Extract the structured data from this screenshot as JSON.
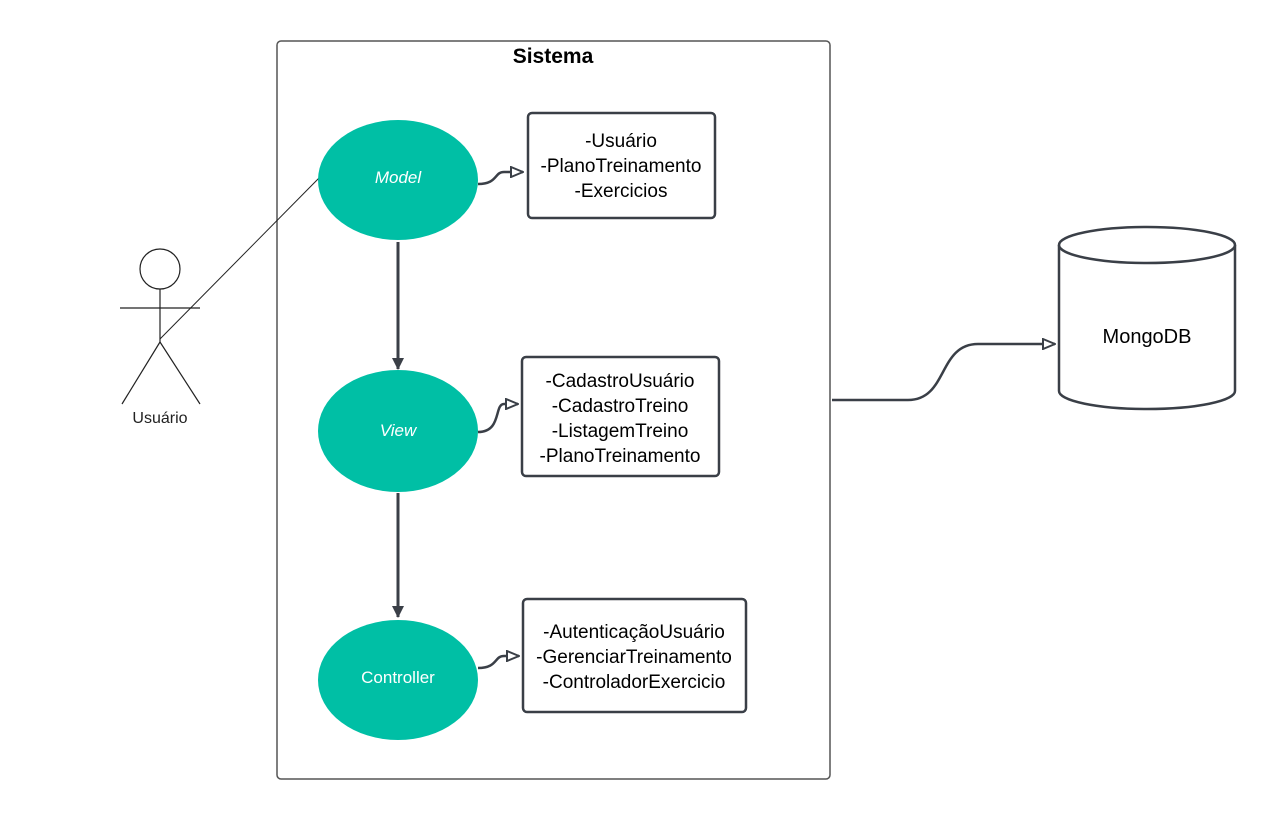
{
  "system": {
    "title": "Sistema"
  },
  "actor": {
    "label": "Usuário"
  },
  "database": {
    "label": "MongoDB"
  },
  "colors": {
    "node_fill": "#00BFA5",
    "connector": "#3a3f47",
    "box_border": "#3a3f47",
    "system_border": "#555555"
  },
  "nodes": [
    {
      "label": "Model",
      "items": [
        "-Usuário",
        "-PlanoTreinamento",
        "-Exercicios"
      ]
    },
    {
      "label": "View",
      "items": [
        "-CadastroUsuário",
        "-CadastroTreino",
        "-ListagemTreino",
        "-PlanoTreinamento"
      ]
    },
    {
      "label": "Controller",
      "items": [
        "-AutenticaçãoUsuário",
        "-GerenciarTreinamento",
        "-ControladorExercicio"
      ]
    }
  ]
}
